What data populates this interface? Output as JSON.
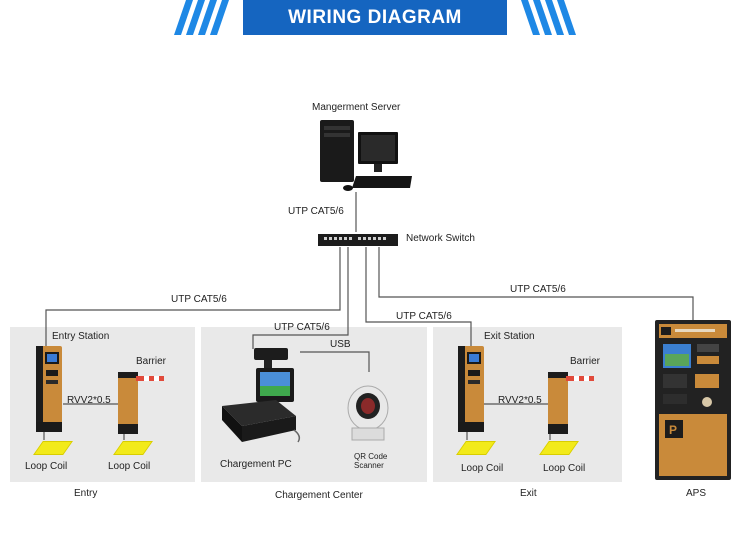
{
  "header": {
    "title": "WIRING DIAGRAM"
  },
  "server": {
    "label": "Mangerment Server"
  },
  "switch": {
    "label": "Network Switch",
    "uplink_label": "UTP CAT5/6"
  },
  "links": {
    "entry": "UTP CAT5/6",
    "center": "UTP CAT5/6",
    "exit": "UTP CAT5/6",
    "aps": "UTP CAT5/6",
    "usb": "USB"
  },
  "entry": {
    "station": "Entry Station",
    "barrier": "Barrier",
    "cable": "RVV2*0.5",
    "coil_left": "Loop Coil",
    "coil_right": "Loop Coil",
    "caption": "Entry"
  },
  "center": {
    "pc": "Chargement PC",
    "scanner_line1": "QR Code",
    "scanner_line2": "Scanner",
    "caption": "Chargement Center"
  },
  "exit": {
    "station": "Exit Station",
    "barrier": "Barrier",
    "cable": "RVV2*0.5",
    "coil_left": "Loop Coil",
    "coil_right": "Loop Coil",
    "caption": "Exit"
  },
  "aps": {
    "caption": "APS"
  }
}
